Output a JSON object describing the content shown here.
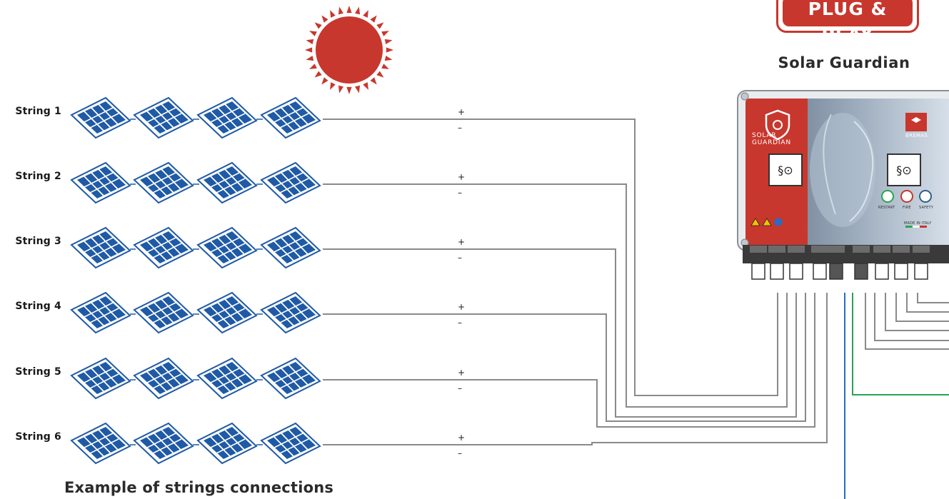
{
  "strings": [
    {
      "label": "String 1"
    },
    {
      "label": "String 2"
    },
    {
      "label": "String 3"
    },
    {
      "label": "String 4"
    },
    {
      "label": "String 5"
    },
    {
      "label": "String 6"
    }
  ],
  "polarity": {
    "plus": "+",
    "minus": "–"
  },
  "caption": "Example of strings connections",
  "device": {
    "title": "Solar Guardian",
    "badge": "PLUG & PLAY",
    "panel_name_line1": "SOLAR",
    "panel_name_line2": "GUARDIAN",
    "brand": "BREMAS",
    "status_labels": [
      "RESTART",
      "FIRE",
      "SAFETY"
    ],
    "made_in": "MADE IN ITALY"
  },
  "colors": {
    "sun": "#c8372d",
    "panel_blue": "#1f5aa6",
    "wire_gray": "#8a8a8a",
    "wire_blue": "#2a6cc4",
    "wire_green": "#27a64f",
    "device_red": "#c8372d"
  }
}
